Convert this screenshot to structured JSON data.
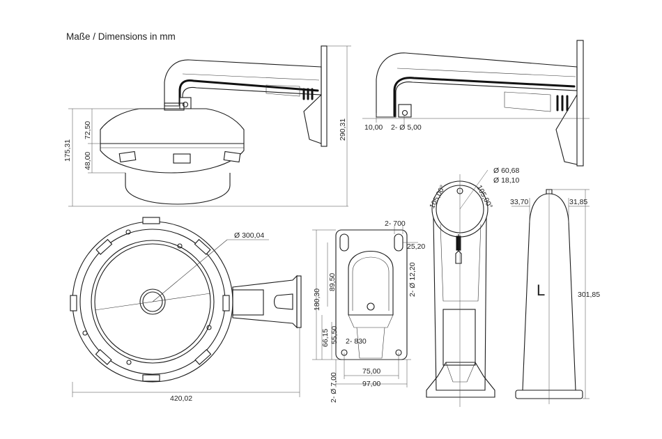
{
  "title": "Maße / Dimensions in mm",
  "dims": {
    "d_175_31": "175,31",
    "d_72_50": "72,50",
    "d_48_00": "48,00",
    "d_290_31": "290,31",
    "d_10_00": "10,00",
    "d_2x_d5_00": "2- Ø 5,00",
    "d_300_04": "Ø 300,04",
    "d_420_02": "420,02",
    "d_2x_700": "2- 700",
    "d_25_20": "25,20",
    "d_2x_d12_20": "2- Ø 12,20",
    "d_89_50": "89,50",
    "d_180_30": "180,30",
    "d_66_15": "66,15",
    "d_55_50": "55,50",
    "d_2x_830": "2- 830",
    "d_75_00": "75,00",
    "d_97_00": "97,00",
    "d_2x_d7_00": "2- Ø 7,00",
    "d_60_68": "Ø 60,68",
    "d_18_10": "Ø 18,10",
    "d_105_a": "105,00°",
    "d_105_b": "105,00°",
    "d_33_70": "33,70",
    "d_31_85": "31,85",
    "d_301_85": "301,85",
    "mark_L": "L"
  }
}
